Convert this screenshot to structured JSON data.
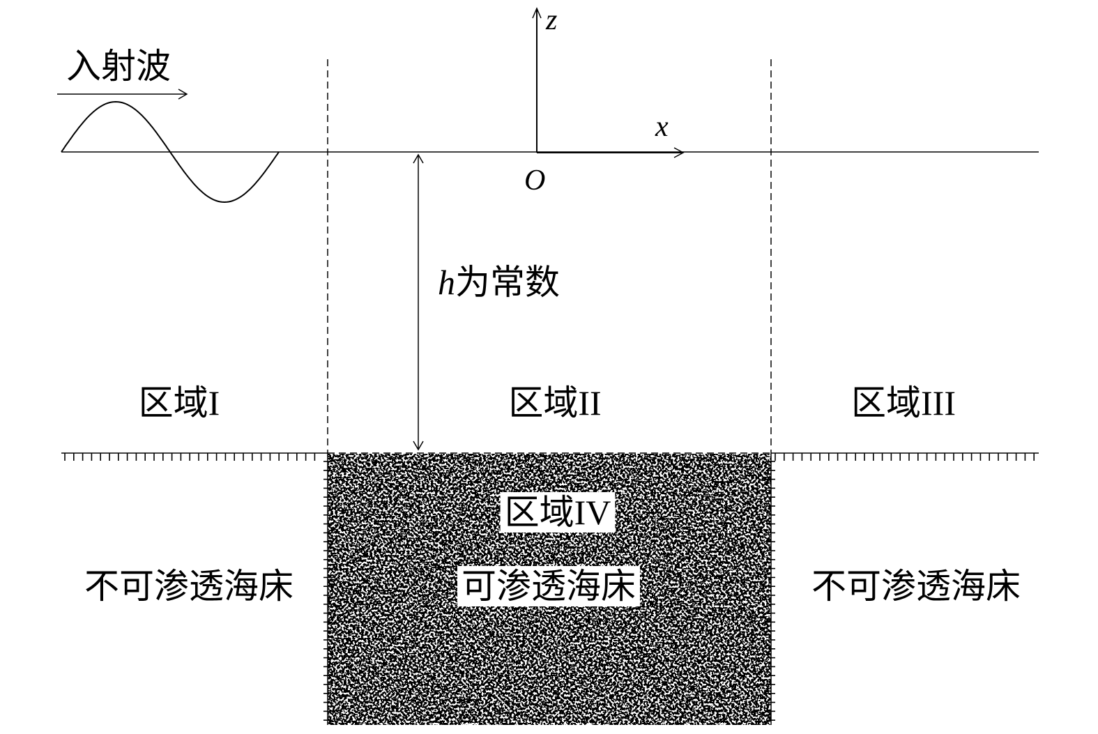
{
  "diagram": {
    "incident_wave": {
      "label": "入射波"
    },
    "axes": {
      "z_label": "z",
      "x_label": "x",
      "origin_label": "O"
    },
    "depth": {
      "symbol": "h",
      "label": "为常数"
    },
    "regions": [
      {
        "label": "区域I"
      },
      {
        "label": "区域II"
      },
      {
        "label": "区域III"
      },
      {
        "label": "区域IV"
      }
    ],
    "seabed": {
      "left": "不可渗透海床",
      "middle": "可渗透海床",
      "right": "不可渗透海床"
    },
    "colors": {
      "line": "#000000",
      "background": "#ffffff",
      "permeable_fill": "stipple"
    }
  }
}
